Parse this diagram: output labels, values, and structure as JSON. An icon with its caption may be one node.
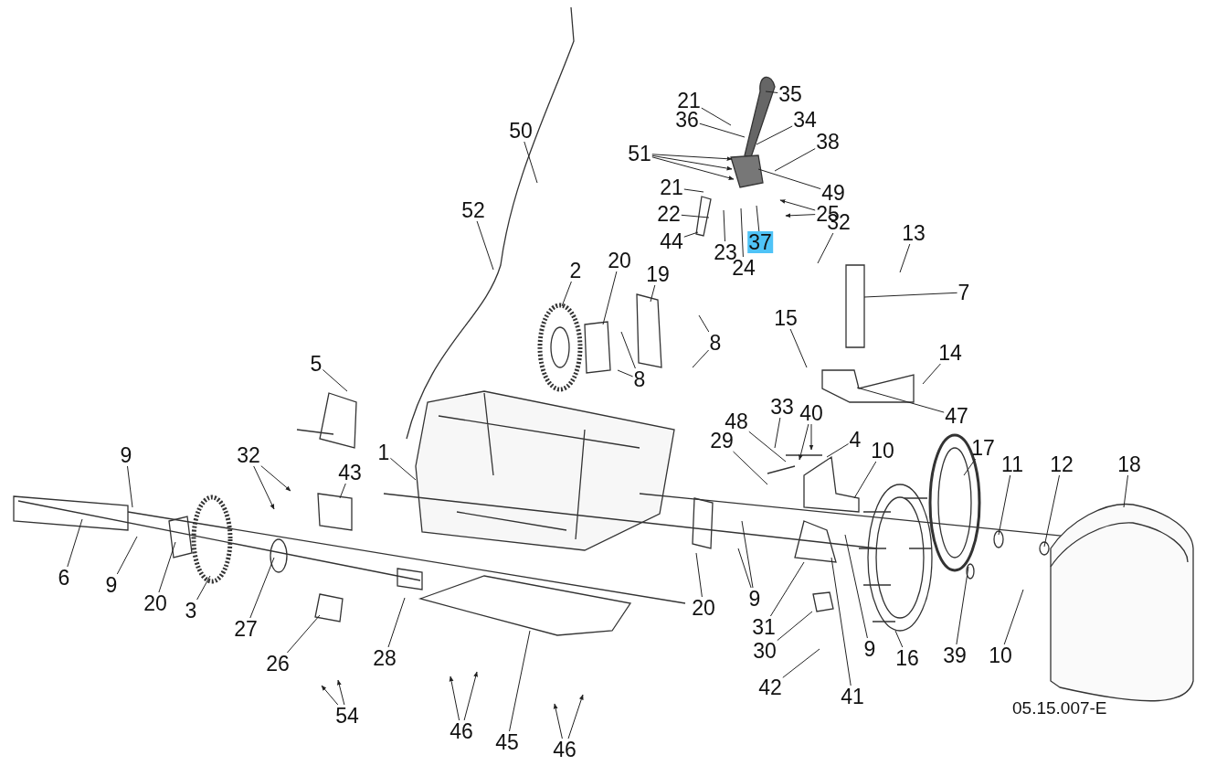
{
  "diagram": {
    "nodes": [
      {
        "text": [
          "35"
        ]
      },
      {
        "text": [
          "21"
        ]
      },
      {
        "text": [
          "36"
        ]
      },
      {
        "text": [
          "34"
        ]
      },
      {
        "text": [
          "51"
        ]
      },
      {
        "text": [
          "38"
        ]
      },
      {
        "text": [
          "21"
        ]
      },
      {
        "text": [
          "49"
        ]
      },
      {
        "text": [
          "22"
        ]
      },
      {
        "text": [
          "25"
        ]
      },
      {
        "text": [
          "44"
        ]
      },
      {
        "text": [
          "23"
        ]
      },
      {
        "text": [
          "37"
        ]
      },
      {
        "text": [
          "24"
        ]
      },
      {
        "text": [
          "52"
        ]
      },
      {
        "text": [
          "50"
        ]
      },
      {
        "text": [
          "32"
        ]
      },
      {
        "text": [
          "13"
        ]
      },
      {
        "text": [
          "7"
        ]
      },
      {
        "text": [
          "2"
        ]
      },
      {
        "text": [
          "20"
        ]
      },
      {
        "text": [
          "19"
        ]
      },
      {
        "text": [
          "8"
        ]
      },
      {
        "text": [
          "8"
        ]
      },
      {
        "text": [
          "15"
        ]
      },
      {
        "text": [
          "14"
        ]
      },
      {
        "text": [
          "47"
        ]
      },
      {
        "text": [
          "5"
        ]
      },
      {
        "text": [
          "1"
        ]
      },
      {
        "text": [
          "33"
        ]
      },
      {
        "text": [
          "40"
        ]
      },
      {
        "text": [
          "48"
        ]
      },
      {
        "text": [
          "29"
        ]
      },
      {
        "text": [
          "4"
        ]
      },
      {
        "text": [
          "10"
        ]
      },
      {
        "text": [
          "17"
        ]
      },
      {
        "text": [
          "11"
        ]
      },
      {
        "text": [
          "12"
        ]
      },
      {
        "text": [
          "18"
        ]
      },
      {
        "text": [
          "9"
        ]
      },
      {
        "text": [
          "32"
        ]
      },
      {
        "text": [
          "43"
        ]
      },
      {
        "text": [
          "6"
        ]
      },
      {
        "text": [
          "9"
        ]
      },
      {
        "text": [
          "20"
        ]
      },
      {
        "text": [
          "3"
        ]
      },
      {
        "text": [
          "27"
        ]
      },
      {
        "text": [
          "26"
        ]
      },
      {
        "text": [
          "28"
        ]
      },
      {
        "text": [
          "54"
        ]
      },
      {
        "text": [
          "46"
        ]
      },
      {
        "text": [
          "45"
        ]
      },
      {
        "text": [
          "46"
        ]
      },
      {
        "text": [
          "20"
        ]
      },
      {
        "text": [
          "9"
        ]
      },
      {
        "text": [
          "31"
        ]
      },
      {
        "text": [
          "30"
        ]
      },
      {
        "text": [
          "42"
        ]
      },
      {
        "text": [
          "9"
        ]
      },
      {
        "text": [
          "41"
        ]
      },
      {
        "text": [
          "16"
        ]
      },
      {
        "text": [
          "39"
        ]
      },
      {
        "text": [
          "10"
        ]
      }
    ],
    "edges": [
      {
        "from": 0,
        "to": null,
        "arrow": "none"
      },
      {
        "from": 1,
        "to": null,
        "arrow": "none"
      },
      {
        "from": 2,
        "to": null,
        "arrow": "none"
      },
      {
        "from": 3,
        "to": null,
        "arrow": "none"
      },
      {
        "from": 4,
        "to": null,
        "arrow": "to"
      },
      {
        "from": 4,
        "to": null,
        "arrow": "to"
      },
      {
        "from": 4,
        "to": null,
        "arrow": "to"
      },
      {
        "from": 5,
        "to": null,
        "arrow": "none"
      },
      {
        "from": 6,
        "to": null,
        "arrow": "none"
      },
      {
        "from": 7,
        "to": null,
        "arrow": "none"
      },
      {
        "from": 8,
        "to": null,
        "arrow": "none"
      },
      {
        "from": 9,
        "to": null,
        "arrow": "to"
      },
      {
        "from": 9,
        "to": null,
        "arrow": "to"
      },
      {
        "from": 10,
        "to": null,
        "arrow": "none"
      },
      {
        "from": 11,
        "to": null,
        "arrow": "none"
      },
      {
        "from": 12,
        "to": null,
        "arrow": "none"
      },
      {
        "from": 13,
        "to": null,
        "arrow": "none"
      },
      {
        "from": 14,
        "to": null,
        "arrow": "none"
      },
      {
        "from": 15,
        "to": null,
        "arrow": "none"
      },
      {
        "from": 16,
        "to": null,
        "arrow": "none"
      },
      {
        "from": 17,
        "to": null,
        "arrow": "none"
      },
      {
        "from": 18,
        "to": null,
        "arrow": "none"
      },
      {
        "from": 19,
        "to": null,
        "arrow": "none"
      },
      {
        "from": 20,
        "to": null,
        "arrow": "none"
      },
      {
        "from": 21,
        "to": null,
        "arrow": "none"
      },
      {
        "from": 22,
        "to": null,
        "arrow": "none"
      },
      {
        "from": 22,
        "to": null,
        "arrow": "none"
      },
      {
        "from": 23,
        "to": null,
        "arrow": "none"
      },
      {
        "from": 23,
        "to": null,
        "arrow": "none"
      },
      {
        "from": 24,
        "to": null,
        "arrow": "none"
      },
      {
        "from": 25,
        "to": null,
        "arrow": "none"
      },
      {
        "from": 26,
        "to": null,
        "arrow": "none"
      },
      {
        "from": 27,
        "to": null,
        "arrow": "none"
      },
      {
        "from": 28,
        "to": null,
        "arrow": "none"
      },
      {
        "from": 29,
        "to": null,
        "arrow": "none"
      },
      {
        "from": 30,
        "to": null,
        "arrow": "to"
      },
      {
        "from": 30,
        "to": null,
        "arrow": "to"
      },
      {
        "from": 31,
        "to": null,
        "arrow": "none"
      },
      {
        "from": 32,
        "to": null,
        "arrow": "none"
      },
      {
        "from": 33,
        "to": null,
        "arrow": "none"
      },
      {
        "from": 34,
        "to": null,
        "arrow": "none"
      },
      {
        "from": 35,
        "to": null,
        "arrow": "none"
      },
      {
        "from": 36,
        "to": null,
        "arrow": "none"
      },
      {
        "from": 37,
        "to": null,
        "arrow": "none"
      },
      {
        "from": 38,
        "to": null,
        "arrow": "none"
      },
      {
        "from": 39,
        "to": null,
        "arrow": "none"
      },
      {
        "from": 40,
        "to": null,
        "arrow": "to"
      },
      {
        "from": 40,
        "to": null,
        "arrow": "to"
      },
      {
        "from": 41,
        "to": null,
        "arrow": "none"
      },
      {
        "from": 42,
        "to": null,
        "arrow": "none"
      },
      {
        "from": 43,
        "to": null,
        "arrow": "none"
      },
      {
        "from": 44,
        "to": null,
        "arrow": "none"
      },
      {
        "from": 45,
        "to": null,
        "arrow": "none"
      },
      {
        "from": 46,
        "to": null,
        "arrow": "none"
      },
      {
        "from": 47,
        "to": null,
        "arrow": "none"
      },
      {
        "from": 48,
        "to": null,
        "arrow": "none"
      },
      {
        "from": 49,
        "to": null,
        "arrow": "to"
      },
      {
        "from": 49,
        "to": null,
        "arrow": "to"
      },
      {
        "from": 50,
        "to": null,
        "arrow": "to"
      },
      {
        "from": 50,
        "to": null,
        "arrow": "to"
      },
      {
        "from": 51,
        "to": null,
        "arrow": "none"
      },
      {
        "from": 52,
        "to": null,
        "arrow": "to"
      },
      {
        "from": 52,
        "to": null,
        "arrow": "to"
      },
      {
        "from": 53,
        "to": null,
        "arrow": "none"
      },
      {
        "from": 54,
        "to": null,
        "arrow": "none"
      },
      {
        "from": 54,
        "to": null,
        "arrow": "none"
      },
      {
        "from": 55,
        "to": null,
        "arrow": "none"
      },
      {
        "from": 56,
        "to": null,
        "arrow": "none"
      },
      {
        "from": 57,
        "to": null,
        "arrow": "none"
      },
      {
        "from": 58,
        "to": null,
        "arrow": "none"
      },
      {
        "from": 59,
        "to": null,
        "arrow": "none"
      },
      {
        "from": 60,
        "to": null,
        "arrow": "none"
      },
      {
        "from": 61,
        "to": null,
        "arrow": "none"
      },
      {
        "from": 62,
        "to": null,
        "arrow": "none"
      }
    ],
    "labels": [
      "05.15.007-E"
    ]
  }
}
